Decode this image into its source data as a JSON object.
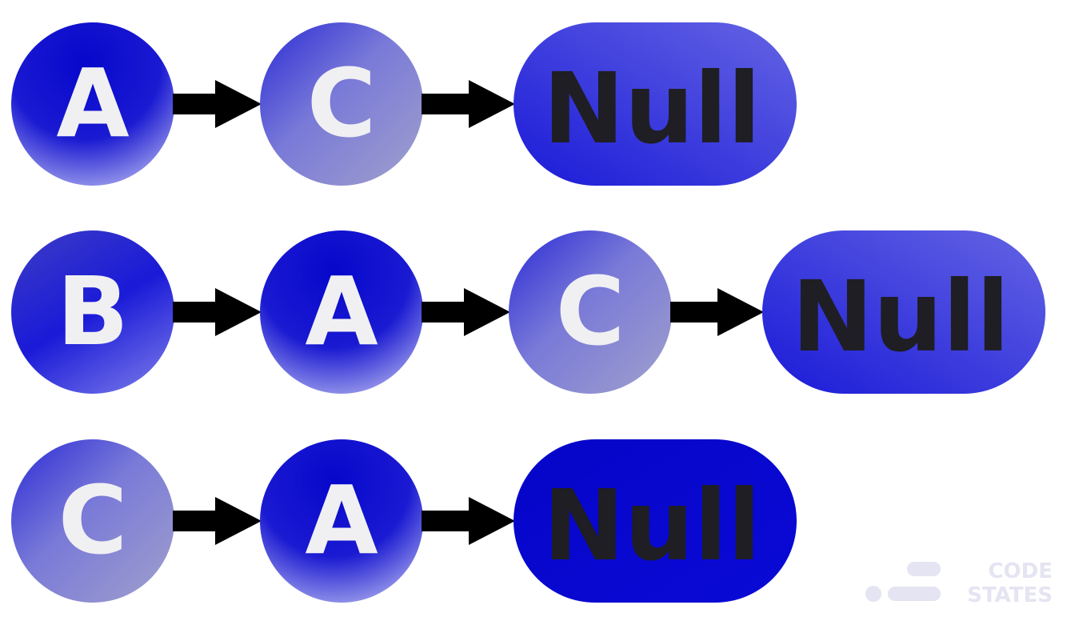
{
  "rows": [
    {
      "nodes": [
        "A",
        "C"
      ],
      "terminal": "Null"
    },
    {
      "nodes": [
        "B",
        "A",
        "C"
      ],
      "terminal": "Null"
    },
    {
      "nodes": [
        "C",
        "A"
      ],
      "terminal": "Null"
    }
  ],
  "logo": {
    "line1": "CODE",
    "line2": "STATES"
  },
  "colors": {
    "node_text": "#f0f0f3",
    "null_text": "#1e1e24",
    "arrow": "#000000",
    "blue_deep": "#0707cc",
    "blue_mid": "#3a3ad8",
    "lavender": "#9a9ad6",
    "logo": "#e4e4f2"
  }
}
